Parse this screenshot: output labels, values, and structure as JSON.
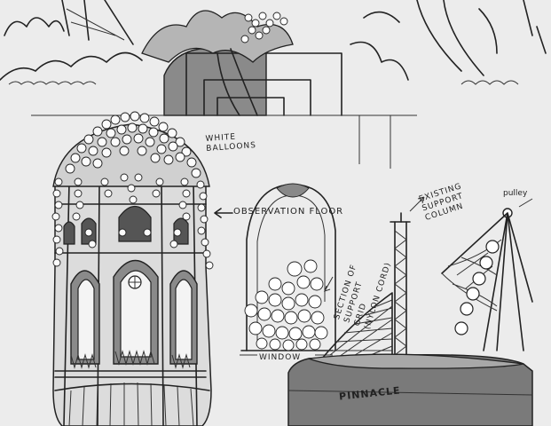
{
  "labels": {
    "white_balloons": "WHITE\nBALLOONS",
    "observation_floor": "OBSERVATION FLOOR",
    "existing_support_column": "EXISTING\nSUPPORT\nCOLUMN",
    "pulley": "pulley",
    "section_of_support_grid": "SECTION OF\nSUPPORT\nGRID\n(NYLON CORD)",
    "window": "WINDOW",
    "pinnacle": "PINNACLE"
  },
  "colors": {
    "paper": "#ececec",
    "ink": "#222222",
    "shade": "#8a8a8a",
    "dark_shade": "#555555"
  }
}
